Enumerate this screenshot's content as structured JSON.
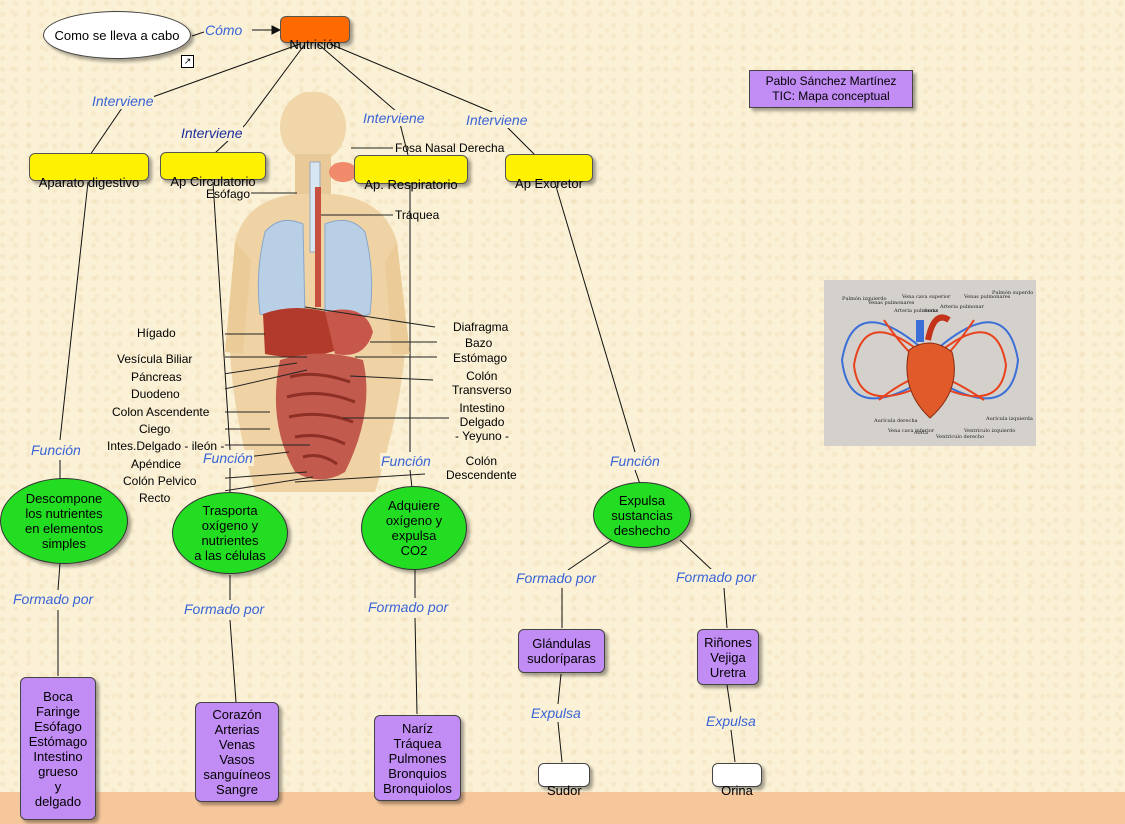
{
  "author": {
    "line1": "Pablo Sánchez Martínez",
    "line2": "TIC: Mapa conceptual"
  },
  "top": {
    "question": "Como se lleva a cabo",
    "question_link": "Cómo",
    "root": "Nutrición"
  },
  "links": {
    "interviene_1": "Interviene",
    "interviene_2": "Interviene",
    "interviene_3": "Interviene",
    "interviene_4": "Interviene",
    "funcion_1": "Función",
    "funcion_2": "Función",
    "funcion_3": "Función",
    "funcion_4": "Función",
    "formado_1": "Formado por",
    "formado_2": "Formado por",
    "formado_3": "Formado por",
    "formado_4": "Formado por",
    "formado_5": "Formado por",
    "expulsa_1": "Expulsa",
    "expulsa_2": "Expulsa"
  },
  "systems": {
    "digestivo": "Aparato digestivo",
    "circulatorio": "Ap Circulatorio",
    "respiratorio": "Ap. Respiratorio",
    "excretor": "Ap Excretor"
  },
  "functions": {
    "digestivo": "Descompone\nlos nutrientes\nen elementos\nsimples",
    "circulatorio": "Trasporta\noxígeno y\nnutrientes\na las células",
    "respiratorio": "Adquiere\noxígeno y\nexpulsa\nCO2",
    "excretor": "Expulsa\nsustancias\ndeshecho"
  },
  "components": {
    "digestivo": "Boca\nFaringe\nEsófago\nEstómago\nIntestino\ngrueso\ny\ndelgado",
    "circulatorio": "Corazón\nArterias\nVenas\nVasos\nsanguíneos\nSangre",
    "respiratorio": "Naríz\nTráquea\nPulmones\nBronquios\nBronquiolos",
    "glandulas": "Glándulas\nsudoríparas",
    "rinones": "Riñones\nVejiga\nUretra"
  },
  "products": {
    "sudor": "Sudor",
    "orina": "Orina"
  },
  "body_labels": {
    "fosa": "Fosa Nasal Derecha",
    "esofago": "Esófago",
    "traquea": "Tráquea",
    "higado": "Hígado",
    "vesicula": "Vesícula Biliar",
    "pancreas": "Páncreas",
    "duodeno": "Duodeno",
    "colon_asc": "Colon Ascendente",
    "ciego": "Ciego",
    "intes_delgado": "Intes.Delgado - ileón -",
    "apendice": "Apéndice",
    "colon_pelvico": "Colón Pelvico",
    "recto": "Recto",
    "diafragma": "Diafragma",
    "bazo": "Bazo",
    "estomago": "Estómago",
    "colon_trans": "Colón\nTransverso",
    "intestino_delgado": "Intestino\nDelgado\n- Yeyuno -",
    "colon_desc": "Colón\nDescendente"
  },
  "heart_labels": {
    "l1": "Pulmón izquierdo",
    "l2": "Venas pulmonares",
    "l3": "Vena cava superior",
    "l4": "Arteria pulmonar",
    "l5": "Aorta",
    "l6": "Arteria pulmonar",
    "l7": "Venas pulmonares",
    "l8": "Pulmón superdo",
    "l9": "Aurícula derecha",
    "l10": "Vena cava inferior",
    "l11": "Aorta",
    "l12": "Ventrículo derecho",
    "l13": "Ventrículo izquierdo",
    "l14": "Aurícula izquierda"
  }
}
